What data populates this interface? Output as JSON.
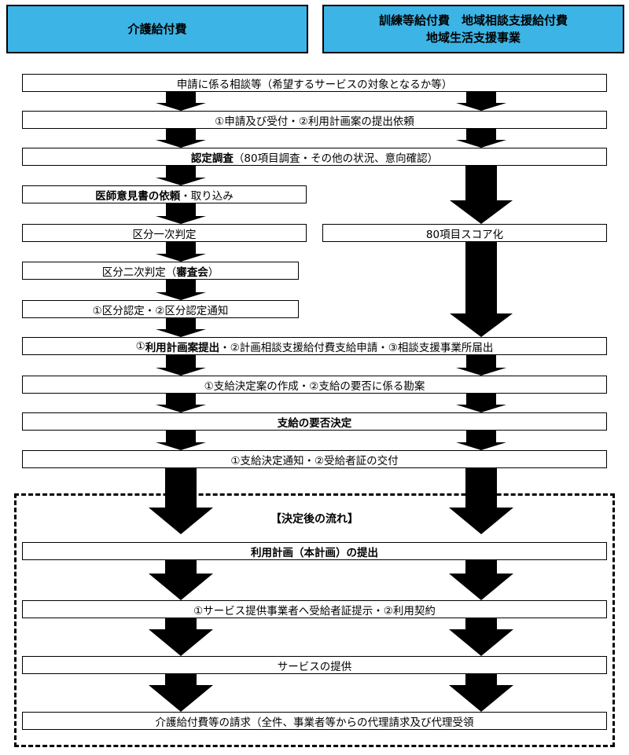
{
  "headers": {
    "left": "介護給付費",
    "right_line1": "訓練等給付費　地域相談支援給付費",
    "right_line2": "地域生活支援事業"
  },
  "steps": {
    "s1": "申請に係る相談等（希望するサービスの対象となるか等）",
    "s2": "①申請及び受付・②利用計画案の提出依頼",
    "s3_bold": "認定調査",
    "s3_rest": "（80項目調査・その他の状況、意向確認）",
    "s4_bold": "医師意見書の依頼",
    "s4_rest": "・取り込み",
    "s5_left": "区分一次判定",
    "s5_right": "80項目スコア化",
    "s6_pre": "区分二次判定（",
    "s6_bold": "審査会",
    "s6_post": "）",
    "s7": "①区分認定・②区分認定通知",
    "s8_a": "①",
    "s8_bold": "利用計画案提出",
    "s8_rest": "・②計画相談支援給付費支給申請・③相談支援事業所届出",
    "s9": "①支給決定案の作成・②支給の要否に係る勘案",
    "s10": "支給の要否決定",
    "s11": "①支給決定通知・②受給者証の交付",
    "after_title": "【決定後の流れ】",
    "s12": "利用計画（本計画）の提出",
    "s13": "①サービス提供事業者へ受給者証提示・②利用契約",
    "s14": "サービスの提供",
    "s15": "介護給付費等の請求（全件、事業者等からの代理請求及び代理受領"
  },
  "colors": {
    "header_bg": "#3cb4e6",
    "arrow": "#000000"
  }
}
